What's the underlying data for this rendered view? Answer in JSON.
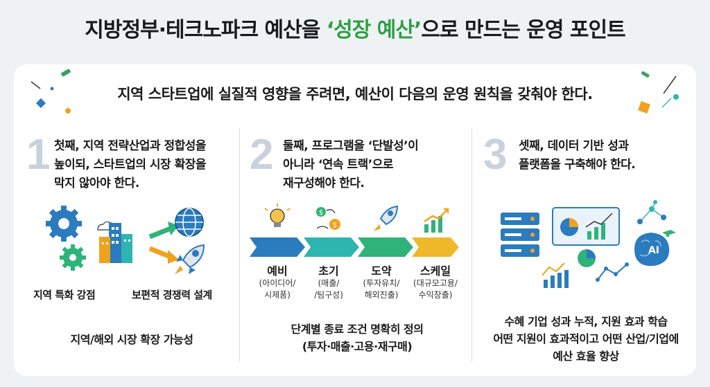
{
  "title_pre": "지방정부·테크노파크 예산을 ",
  "title_highlight": "‘성장 예산’",
  "title_post": "으로 만드는 운영 포인트",
  "subtitle": "지역 스타트업에 실질적 영향을 주려면, 예산이 다음의 운영 원칙을 갖춰야 한다.",
  "colors": {
    "accent": "#2e9e44",
    "number": "#c9d2dc",
    "blue": "#2b7bbf",
    "teal": "#2fb5b0",
    "green": "#2fb37a",
    "orange": "#f0a21c"
  },
  "columns": [
    {
      "number": "1",
      "lines": [
        "첫째, 지역 전략산업과 정합성을",
        "높이되, 스타트업의 시장 확장을",
        "막지 않아야 한다."
      ],
      "captions": [
        "지역 특화 강점",
        "보편적 경쟁력 설계"
      ],
      "footer": [
        "지역/해외 시장 확장 가능성"
      ]
    },
    {
      "number": "2",
      "lines": [
        "둘째, 프로그램을 ‘단발성’이",
        "아니라 ‘연속 트랙’으로",
        "재구성해야 한다."
      ],
      "stages": [
        {
          "name": "예비",
          "desc": [
            "(아이디어/",
            "시제품)"
          ],
          "icon": "lightbulb-icon"
        },
        {
          "name": "초기",
          "desc": [
            "(매출/",
            "/팀구성)"
          ],
          "icon": "money-icon"
        },
        {
          "name": "도약",
          "desc": [
            "(투자유치/",
            "해외진출)"
          ],
          "icon": "rocket-icon"
        },
        {
          "name": "스케일",
          "desc": [
            "(대규모고용/",
            "수익창출)"
          ],
          "icon": "growth-chart-icon"
        }
      ],
      "footer": [
        "단계별 종료 조건 명확히 정의",
        "(투자·매출·고용·재구매)"
      ]
    },
    {
      "number": "3",
      "lines": [
        "셋째, 데이터 기반 성과",
        "플랫폼을 구축해야 한다."
      ],
      "ai_label": "AI",
      "footer": [
        "수혜 기업 성과 누적, 지원 효과 학습",
        "어떤 지원이 효과적이고 어떤 산업/기업에",
        "예산 효율 향상"
      ]
    }
  ]
}
